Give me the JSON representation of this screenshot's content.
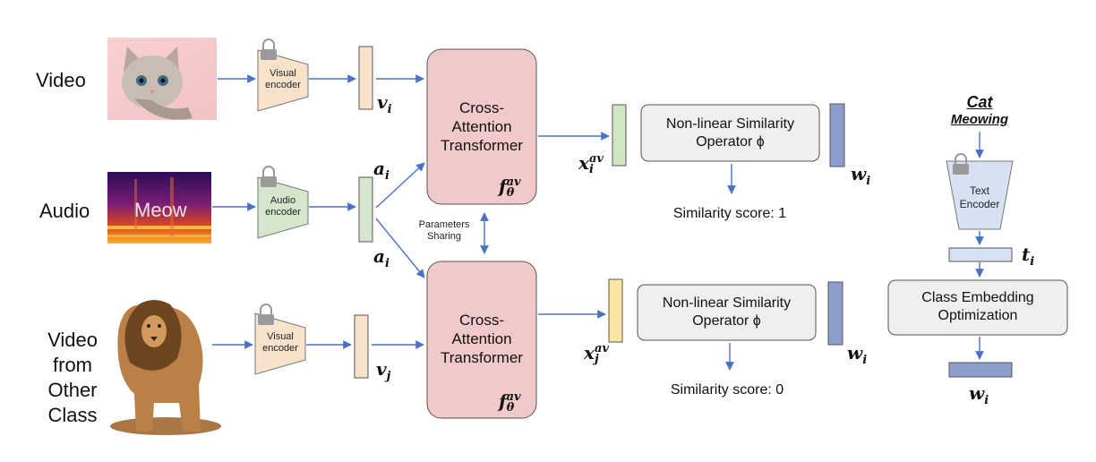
{
  "rows": {
    "video": "Video",
    "audio": "Audio",
    "video_other": [
      "Video",
      "from",
      "Other",
      "Class"
    ]
  },
  "thumbnails": {
    "audio_word": "Meow"
  },
  "encoders": {
    "visual_top": [
      "Visual",
      "encoder"
    ],
    "audio": [
      "Audio",
      "encoder"
    ],
    "visual_bottom": [
      "Visual",
      "encoder"
    ],
    "text": [
      "Text",
      "Encoder"
    ]
  },
  "symbols": {
    "v_i": "v",
    "v_i_sub": "i",
    "a_i": "a",
    "a_i_sub": "i",
    "v_j": "v",
    "v_j_sub": "j",
    "x_i": "x",
    "x_i_sub": "i",
    "x_i_sup": "av",
    "x_j": "x",
    "x_j_sub": "j",
    "x_j_sup": "av",
    "w": "w",
    "w_sub": "i",
    "t": "t",
    "t_sub": "i",
    "f": "f",
    "f_sub": "θ",
    "f_sup": "av"
  },
  "transformer": [
    "Cross-",
    "Attention",
    "Transformer"
  ],
  "sharing": [
    "Parameters",
    "Sharing"
  ],
  "similarity_op": [
    "Non-linear Similarity",
    "Operator ϕ"
  ],
  "scores": {
    "top": "Similarity score: 1",
    "bottom": "Similarity score: 0"
  },
  "target_class": [
    "Cat",
    "Meowing"
  ],
  "class_opt": [
    "Class Embedding",
    "Optimization"
  ],
  "colors": {
    "arrow": "#4a72c4",
    "transformer_fill": "#f2c9cb",
    "feature_v": "#f8e2cc",
    "feature_a": "#d5e6cd",
    "feature_xi": "#cfe6c5",
    "feature_xj": "#fbe6a4",
    "weight": "#8d9dcc",
    "text_feat": "#d6e1f3",
    "op_fill": "#efefef"
  }
}
